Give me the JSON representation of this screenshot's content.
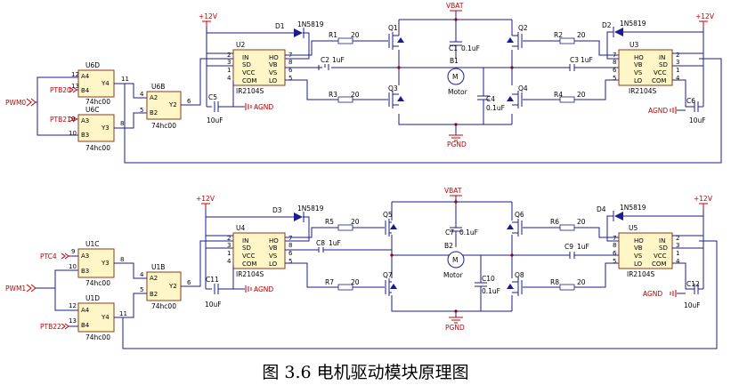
{
  "caption": "图 3.6  电机驱动模块原理图",
  "top": {
    "supply": {
      "v12_left": "+12V",
      "v12_right": "+12V",
      "vbat": "VBAT",
      "pgnd": "PGND",
      "agnd_left": "AGND",
      "agnd_right": "AGND"
    },
    "inputs": {
      "pwm": "PWM0",
      "ptb20": "PTB20",
      "ptb21": "PTB21"
    },
    "gate_u6d": {
      "ref": "U6D",
      "a": "A4",
      "b": "B4",
      "y": "Y4",
      "part": "74hc00",
      "pin_a": "12",
      "pin_b": "13",
      "pin_y": "11"
    },
    "gate_u6c": {
      "ref": "U6C",
      "a": "A3",
      "b": "B3",
      "y": "Y3",
      "part": "74hc00",
      "pin_a": "9",
      "pin_b": "10",
      "pin_y": "8"
    },
    "gate_u6b": {
      "ref": "U6B",
      "a": "A2",
      "b": "B2",
      "y": "Y2",
      "part": "74hc00",
      "pin_a": "4",
      "pin_b": "5",
      "pin_y": "6"
    },
    "driver_left": {
      "ref": "U2",
      "part": "IR2104S",
      "pins_l": [
        "IN",
        "SD",
        "VCC",
        "COM"
      ],
      "pins_r": [
        "HO",
        "VB",
        "VS",
        "LO"
      ],
      "nums_l": [
        "2",
        "3",
        "1",
        "4"
      ],
      "nums_r": [
        "7",
        "8",
        "6",
        "5"
      ]
    },
    "driver_right": {
      "ref": "U3",
      "part": "IR2104S",
      "pins_l": [
        "HO",
        "VB",
        "VS",
        "LO"
      ],
      "pins_r": [
        "IN",
        "SD",
        "VCC",
        "COM"
      ],
      "nums_l": [
        "7",
        "8",
        "6",
        "5"
      ],
      "nums_r": [
        "2",
        "3",
        "1",
        "4"
      ]
    },
    "diode_left": {
      "ref": "D1",
      "part": "1N5819"
    },
    "diode_right": {
      "ref": "D2",
      "part": "1N5819"
    },
    "r1": {
      "ref": "R1",
      "value": "20"
    },
    "r2": {
      "ref": "R2",
      "value": "20"
    },
    "r3": {
      "ref": "R3",
      "value": "20"
    },
    "r4": {
      "ref": "R4",
      "value": "20"
    },
    "c2": {
      "ref": "C2",
      "value": "1uF"
    },
    "c3": {
      "ref": "C3",
      "value": "1uF"
    },
    "c5": {
      "ref": "C5",
      "value": "10uF"
    },
    "c6": {
      "ref": "C6",
      "value": "10uF"
    },
    "c1": {
      "ref": "C1",
      "value": "0.1uF"
    },
    "c4": {
      "ref": "C4",
      "value": "0.1uF"
    },
    "motor": {
      "ref": "B1",
      "label": "Motor"
    },
    "q_tl": "Q1",
    "q_tr": "Q2",
    "q_bl": "Q3",
    "q_br": "Q4"
  },
  "bottom": {
    "supply": {
      "v12_left": "+12V",
      "v12_right": "+12V",
      "vbat": "VBAT",
      "pgnd": "PGND",
      "agnd_left": "AGND",
      "agnd_right": "AGND"
    },
    "inputs": {
      "pwm": "PWM1",
      "ptc4": "PTC4",
      "ptb22": "PTB22"
    },
    "gate_u1c": {
      "ref": "U1C",
      "a": "A3",
      "b": "B3",
      "y": "Y3",
      "part": "74hc00",
      "pin_a": "9",
      "pin_b": "10",
      "pin_y": "8"
    },
    "gate_u1d": {
      "ref": "U1D",
      "a": "A4",
      "b": "B4",
      "y": "Y4",
      "part": "74hc00",
      "pin_a": "12",
      "pin_b": "13",
      "pin_y": "11"
    },
    "gate_u1b": {
      "ref": "U1B",
      "a": "A2",
      "b": "B2",
      "y": "Y2",
      "part": "74hc00",
      "pin_a": "4",
      "pin_b": "5",
      "pin_y": "6"
    },
    "driver_left": {
      "ref": "U4",
      "part": "IR2104S",
      "pins_l": [
        "IN",
        "SD",
        "VCC",
        "COM"
      ],
      "pins_r": [
        "HO",
        "VB",
        "VS",
        "LO"
      ],
      "nums_l": [
        "2",
        "3",
        "1",
        "4"
      ],
      "nums_r": [
        "7",
        "8",
        "6",
        "5"
      ]
    },
    "driver_right": {
      "ref": "U5",
      "part": "IR2104S",
      "pins_l": [
        "HO",
        "VB",
        "VS",
        "LO"
      ],
      "pins_r": [
        "IN",
        "SD",
        "VCC",
        "COM"
      ],
      "nums_l": [
        "7",
        "8",
        "6",
        "5"
      ],
      "nums_r": [
        "2",
        "3",
        "1",
        "4"
      ]
    },
    "diode_left": {
      "ref": "D3",
      "part": "1N5819"
    },
    "diode_right": {
      "ref": "D4",
      "part": "1N5819"
    },
    "r5": {
      "ref": "R5",
      "value": "20"
    },
    "r6": {
      "ref": "R6",
      "value": "20"
    },
    "r7": {
      "ref": "R7",
      "value": "20"
    },
    "r8": {
      "ref": "R8",
      "value": "20"
    },
    "c8": {
      "ref": "C8",
      "value": "1uF"
    },
    "c9": {
      "ref": "C9",
      "value": "1uF"
    },
    "c11": {
      "ref": "C11",
      "value": "10uF"
    },
    "c12": {
      "ref": "C12",
      "value": "10uF"
    },
    "c7": {
      "ref": "C7",
      "value": "0.1uF"
    },
    "c10": {
      "ref": "C10",
      "value": "0.1uF"
    },
    "motor": {
      "ref": "B2",
      "label": "Motor"
    },
    "q_tl": "Q5",
    "q_tr": "Q6",
    "q_bl": "Q7",
    "q_br": "Q8"
  }
}
